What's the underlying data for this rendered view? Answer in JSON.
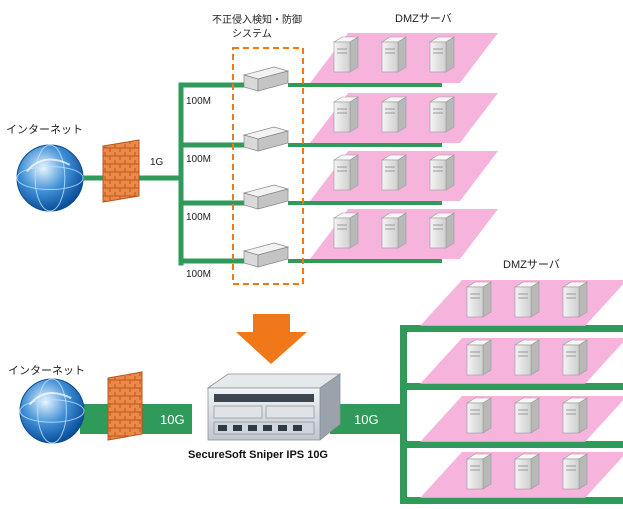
{
  "top": {
    "internet_label": "インターネット",
    "ids_title_line1": "不正侵入検知・防御",
    "ids_title_line2": "システム",
    "dmz_label": "DMZサーバ",
    "uplink_speed": "1G",
    "branch_speeds": [
      "100M",
      "100M",
      "100M",
      "100M"
    ]
  },
  "bottom": {
    "internet_label": "インターネット",
    "dmz_label": "DMZサーバ",
    "left_speed": "10G",
    "right_speed": "10G",
    "appliance_caption": "SecureSoft Sniper IPS 10G"
  },
  "colors": {
    "link_green": "#2f9a5a",
    "dmz_pink": "#f5a6d6",
    "arrow_orange": "#f07818",
    "dash_orange": "#f07818",
    "firewall_brick": "#e87a3a"
  },
  "icons": [
    "globe-icon",
    "firewall-icon",
    "ids-sensor-icon",
    "server-icon",
    "ips-appliance-icon",
    "down-arrow-icon"
  ]
}
